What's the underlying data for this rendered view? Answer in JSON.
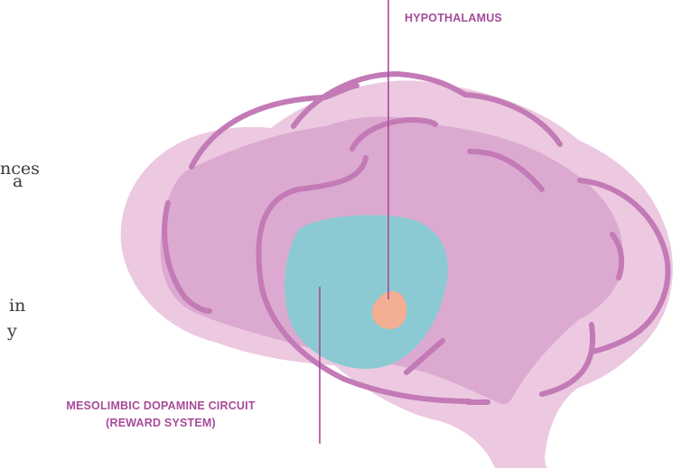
{
  "body_text_fragments": [
    "nces",
    "a",
    "in",
    "y"
  ],
  "labels": {
    "hypothalamus": "HYPOTHALAMUS",
    "mesolimbic_line1": "MESOLIMBIC DOPAMINE CIRCUIT",
    "mesolimbic_line2": "(REWARD SYSTEM)"
  },
  "colors": {
    "brain_outer": "#ecc9e0",
    "brain_inner": "#dcaad0",
    "brain_lines": "#c37ab6",
    "reward_region": "#8ccad3",
    "hypothalamus": "#f4ae93",
    "label_text": "#a64b98"
  }
}
